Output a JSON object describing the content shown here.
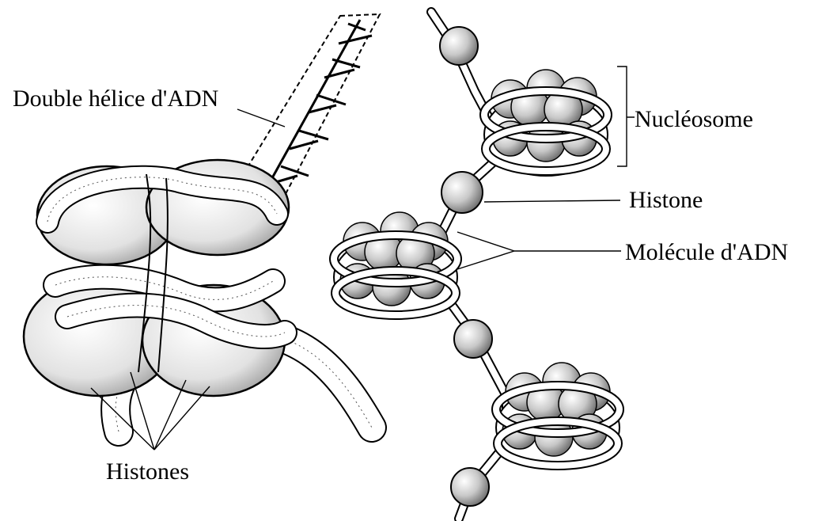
{
  "labels": {
    "double_helix": "Double hélice d'ADN",
    "histones": "Histones",
    "nucleosome": "Nucléosome",
    "histone": "Histone",
    "dna_molecule": "Molécule d'ADN"
  },
  "colors": {
    "ink": "#000000",
    "background": "#ffffff",
    "shade": "#9a9a9a"
  }
}
